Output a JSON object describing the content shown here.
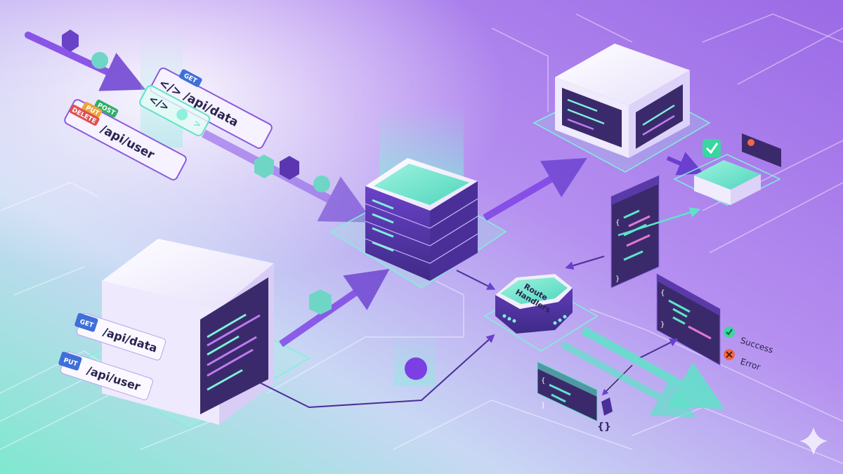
{
  "colors": {
    "accent_teal": "#5fe3c8",
    "accent_purple": "#7b3fe4",
    "dark_panel": "#3b2a6b",
    "get": "#3f6fd8",
    "post": "#2eae6a",
    "put": "#f0a23a",
    "delete": "#e05050",
    "success": "#3ad6a0",
    "error": "#f06848"
  },
  "top_labels": {
    "get": "GET",
    "endpoint_data": "/api/data",
    "code_symbol": "</>",
    "code_symbol_2": "</>",
    "chevron": ">",
    "post": "POST",
    "put": "PUT",
    "delete": "DELETE",
    "endpoint_user": "/api/user"
  },
  "server_labels": {
    "get": "GET",
    "endpoint_data": "/api/data",
    "put": "PUT",
    "endpoint_user": "/api/user"
  },
  "route_handlers": {
    "line1": "Route",
    "line2": "Handlers"
  },
  "status": {
    "success": "Success",
    "error": "Error"
  },
  "code": {
    "brace_open": "{",
    "brace_close": "}",
    "braces": "{}"
  },
  "icons": [
    "server-icon",
    "code-window-icon",
    "check-icon",
    "x-icon",
    "sparkle-icon",
    "arrow-icon"
  ]
}
